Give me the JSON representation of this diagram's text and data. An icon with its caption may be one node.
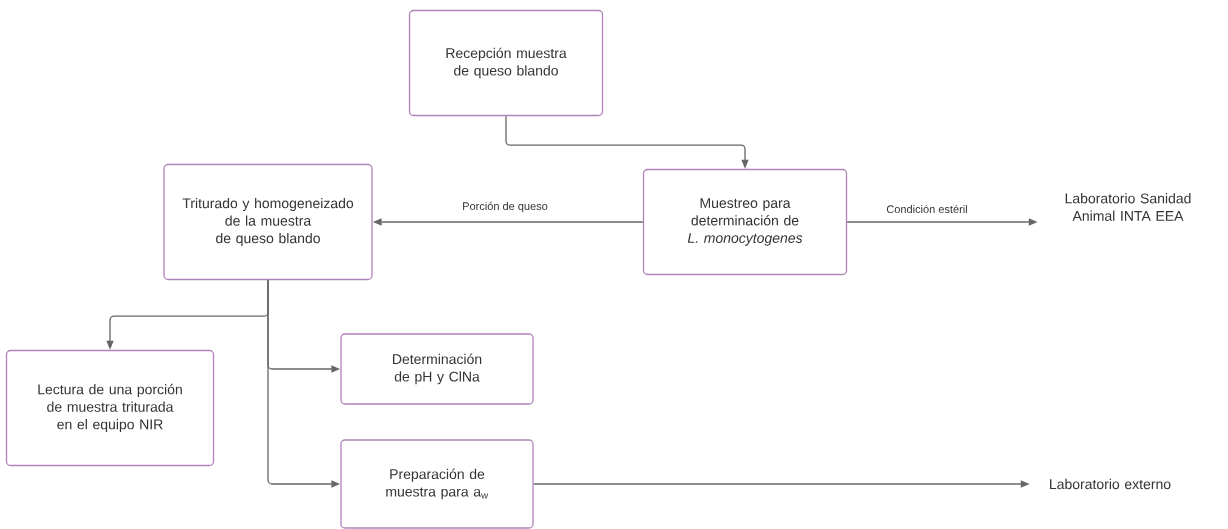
{
  "diagram": {
    "nodes": [
      {
        "text": [
          "Recepción muestra de queso blando"
        ]
      },
      {
        "text": [
          "Muestreo para determinación de *L. monocytogenes*"
        ]
      },
      {
        "text": [
          "Laboratorio Sanidad Animal INTA EEA"
        ]
      },
      {
        "text": [
          "Triturado y homogeneizado de la muestra de queso blando"
        ]
      },
      {
        "text": [
          "Lectura de una porción de muestra triturada en el equipo NIR"
        ]
      },
      {
        "text": [
          "Determinación de pH y ClNa"
        ]
      },
      {
        "text": [
          "Preparación de muestra para a$_{w}$"
        ]
      },
      {
        "text": [
          "Laboratorio externo"
        ]
      }
    ],
    "edges": [
      {
        "from": 0,
        "to": 1,
        "arrow": "to"
      },
      {
        "from": 1,
        "to": 3,
        "arrow": "to",
        "label": "Porción de queso"
      },
      {
        "from": 1,
        "to": 2,
        "arrow": "to",
        "label": "Condición estéril"
      },
      {
        "from": 3,
        "to": 4,
        "arrow": "to"
      },
      {
        "from": 3,
        "to": 5,
        "arrow": "to"
      },
      {
        "from": 3,
        "to": 6,
        "arrow": "to"
      },
      {
        "from": 6,
        "to": 7,
        "arrow": "to"
      }
    ]
  }
}
